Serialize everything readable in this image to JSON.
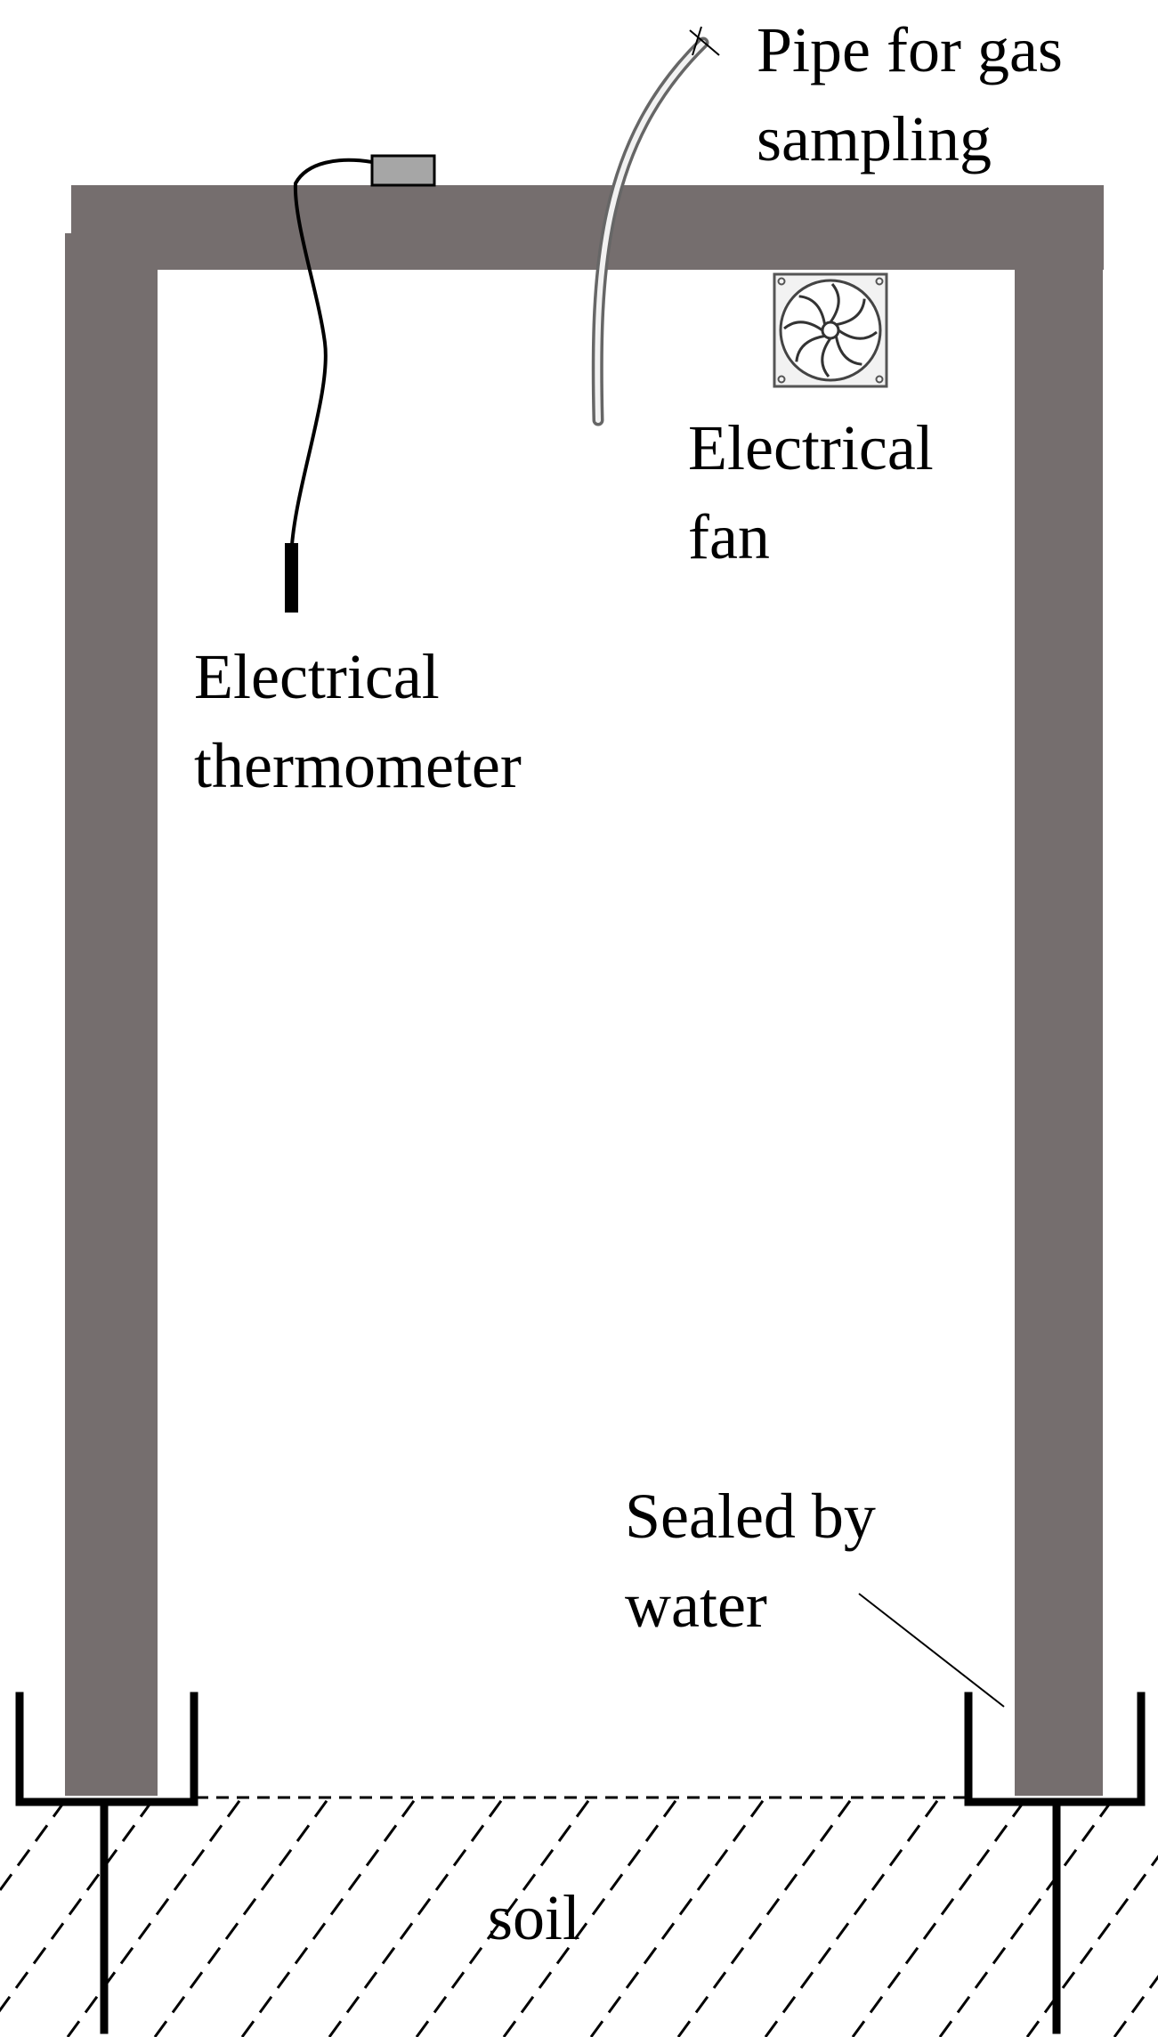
{
  "labels": {
    "pipe_line1": "Pipe for gas",
    "pipe_line2": "sampling",
    "fan_line1": "Electrical",
    "fan_line2": "fan",
    "thermo_line1": "Electrical",
    "thermo_line2": "thermometer",
    "seal_line1": "Sealed by",
    "seal_line2": "water",
    "soil": "soil"
  },
  "colors": {
    "chamber": "#756e6e",
    "sensor_box": "#a6a6a6",
    "ink": "#000000",
    "background": "#ffffff"
  },
  "icons": [
    "fan-icon",
    "thermometer-probe-icon",
    "gas-pipe-icon"
  ]
}
